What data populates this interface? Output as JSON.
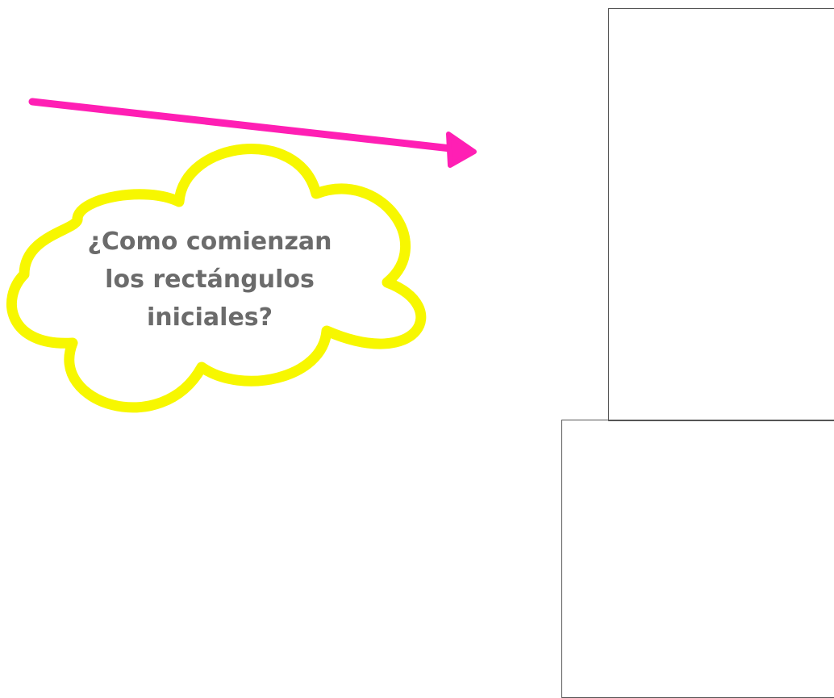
{
  "cloud": {
    "lines": [
      "¿Como comienzan",
      "los rectángulos",
      "iniciales?"
    ],
    "outline_color": "#f7f700",
    "text_color": "#6b6b6b"
  },
  "arrow": {
    "color": "#ff1fb4",
    "icon": "arrow-right-icon"
  },
  "shapes": {
    "border_color": "#555555"
  }
}
